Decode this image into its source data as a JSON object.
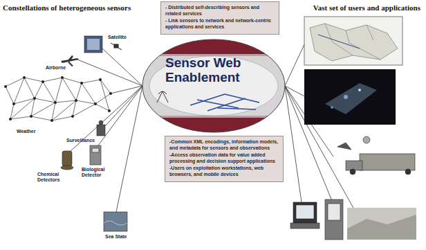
{
  "diagram": {
    "nodes": [
      {
        "text": [
          "- Distributed self-describing sensors and related services",
          "- Link sensors to network and network-centric applications and services"
        ]
      },
      {
        "text": [
          "Sensor Web Enablement"
        ]
      },
      {
        "text": [
          "-Common XML encodings, information models, and metadata for sensors and observations",
          "-Access observation data for value added processing and decision support applications",
          "-Users on exploitation workstations, web browsers, and mobile devices"
        ]
      }
    ],
    "labels": [
      "Constellations of heterogeneous sensors",
      "Vast set of users and applications",
      "Satellite",
      "Airborne",
      "Weather",
      "Surveillance",
      "Chemical Detectors",
      "Biological Detector",
      "Sea State"
    ]
  }
}
